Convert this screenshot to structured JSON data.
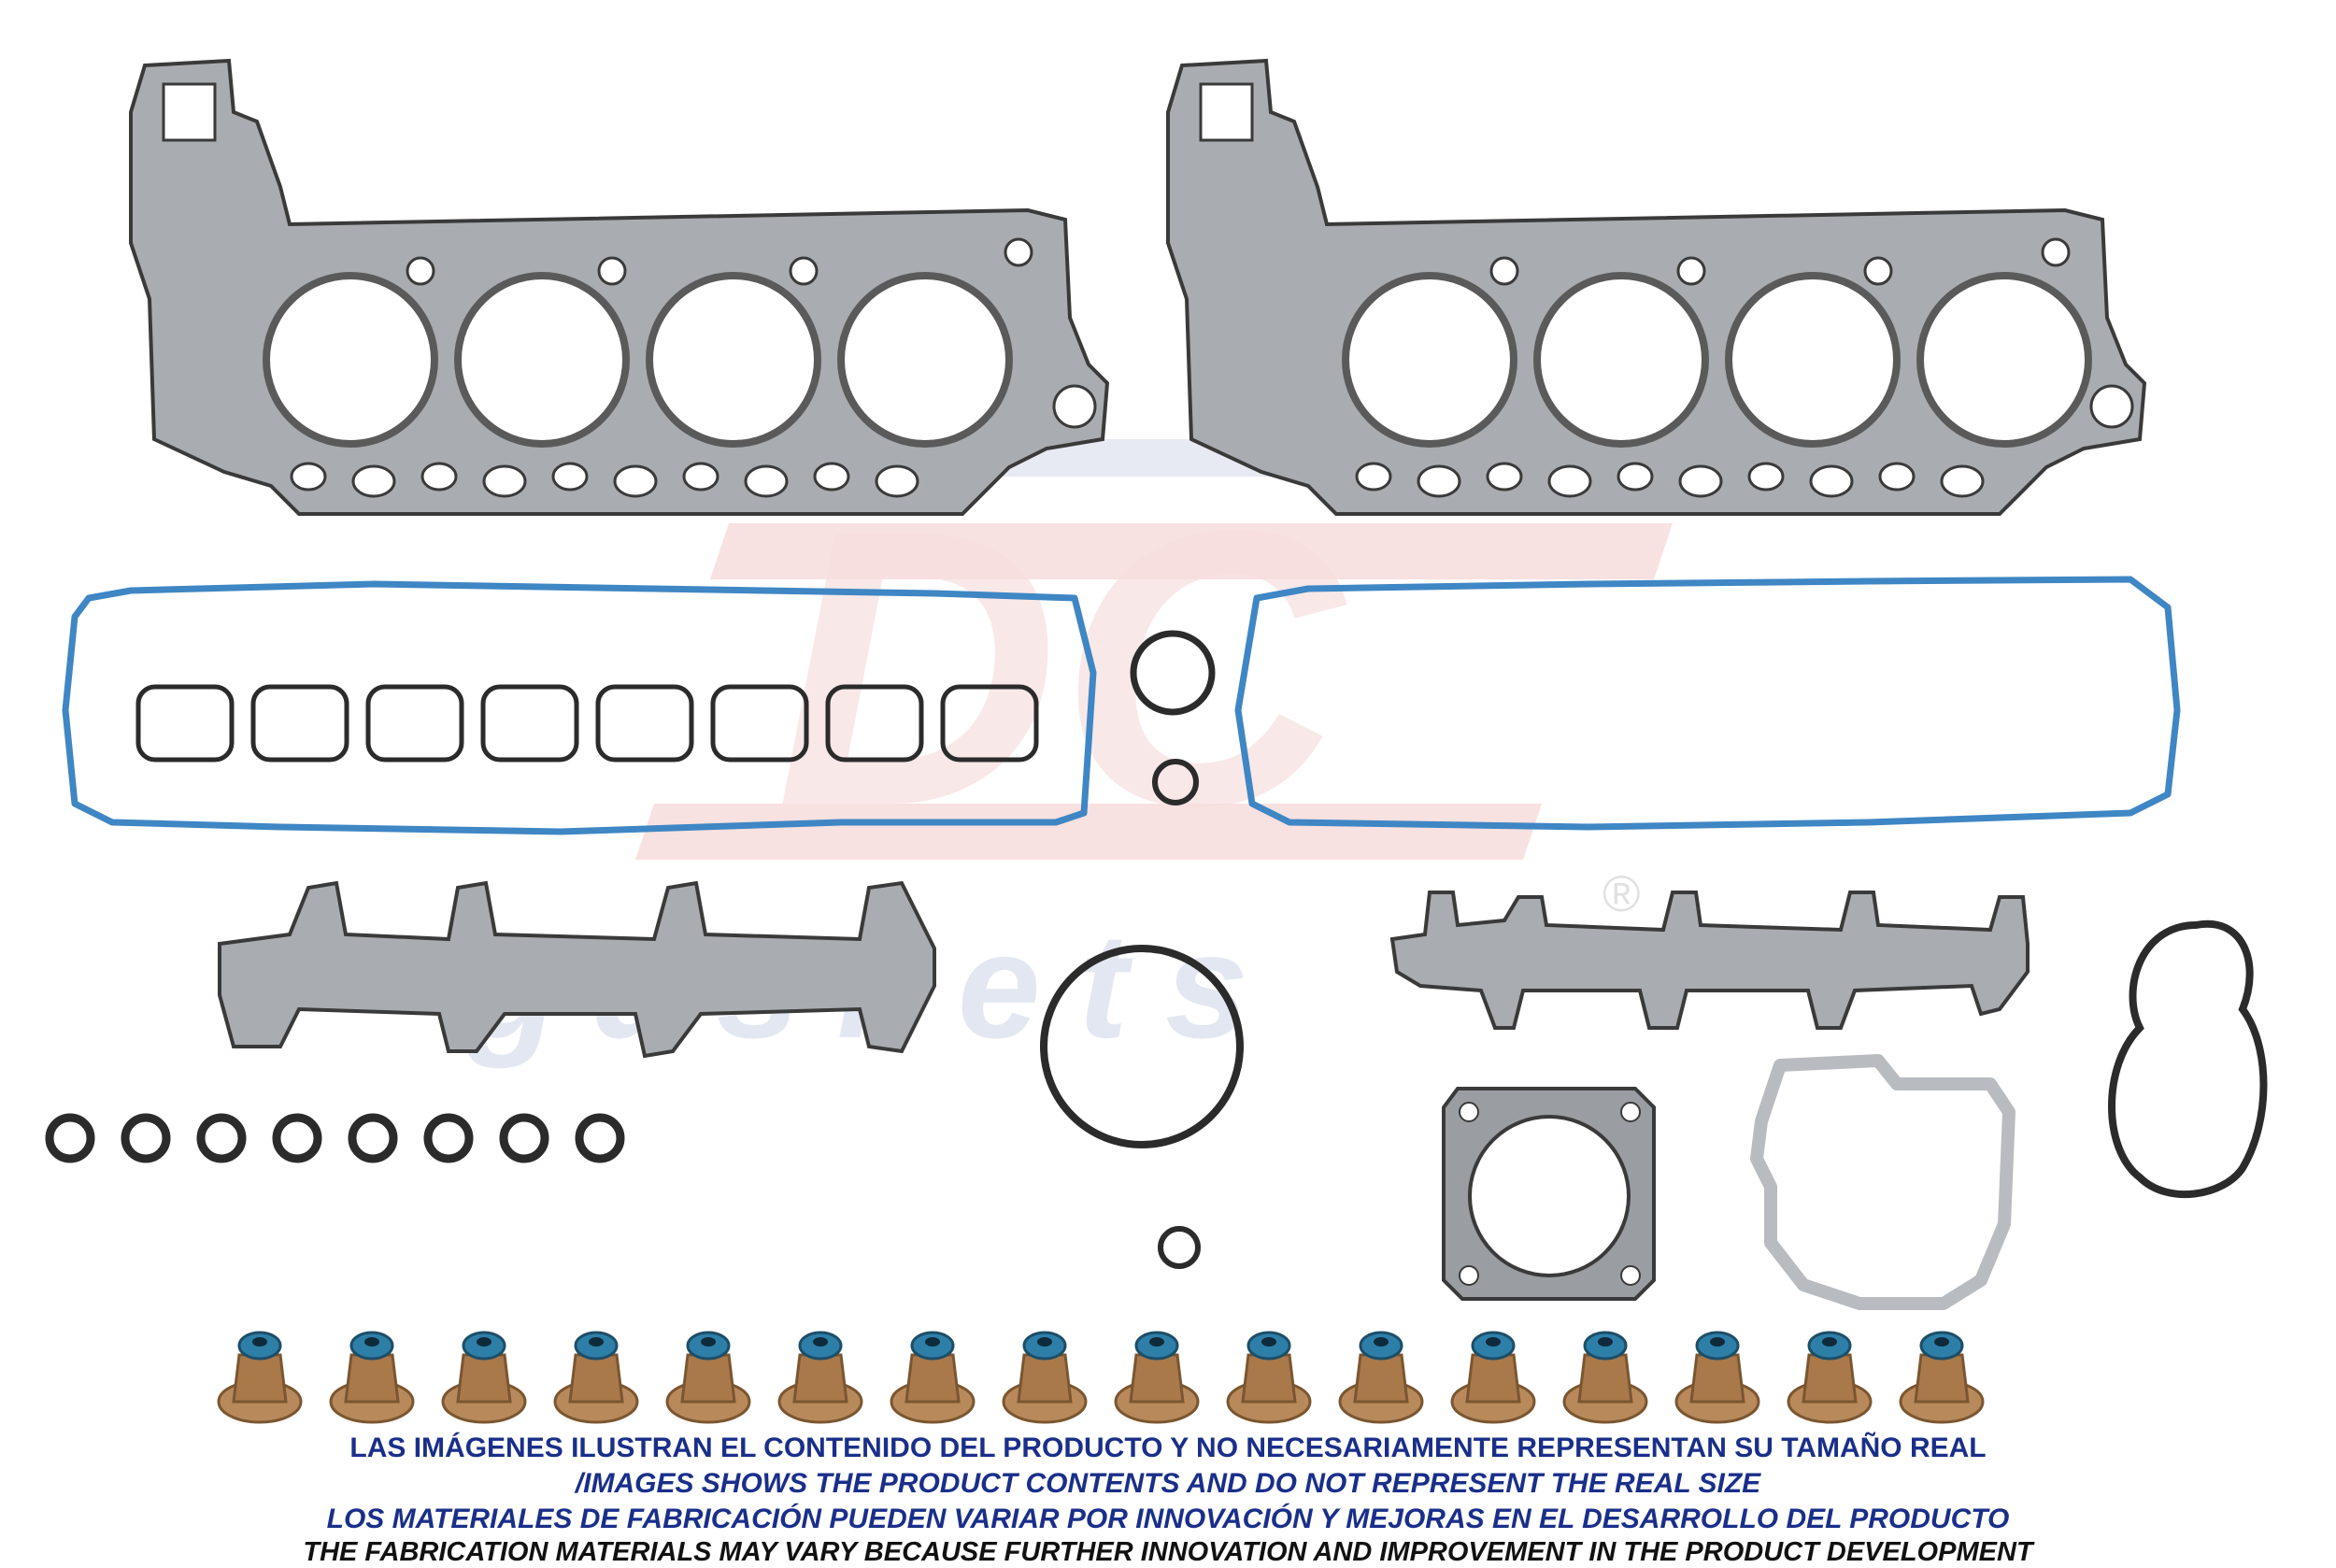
{
  "brand": {
    "logo_letters": "DC",
    "logo_word": "gaskets",
    "registered_mark": "®"
  },
  "colors": {
    "gasket_gray": "#a9acb0",
    "gasket_outline": "#3a3a3a",
    "valve_cover_blue": "#3f86c4",
    "oring_black": "#2b2b2b",
    "seal_bronze": "#b8895a",
    "seal_blue": "#2e7fa8",
    "logo_red": "#e7a9a9",
    "logo_blue": "#c7cde3",
    "text_blue": "#1a2f8a"
  },
  "parts": {
    "head_gaskets": 2,
    "valve_cover_gaskets": 2,
    "spark_plug_tube_seals": 8,
    "exhaust_manifold_gaskets": 2,
    "injector_orings": 8,
    "valve_stem_seals": 16
  },
  "disclaimer": {
    "line1": "LAS IMÁGENES ILUSTRAN EL CONTENIDO DEL PRODUCTO Y NO NECESARIAMENTE REPRESENTAN SU TAMAÑO REAL",
    "line2": "/IMAGES SHOWS THE PRODUCT CONTENTS AND DO NOT REPRESENT THE REAL SIZE",
    "line3": "LOS MATERIALES DE FABRICACIÓN PUEDEN VARIAR POR INNOVACIÓN Y MEJORAS EN EL DESARROLLO DEL PRODUCTO",
    "line4": "THE FABRICATION MATERIALS MAY VARY BECAUSE FURTHER INNOVATION AND IMPROVEMENT IN THE PRODUCT DEVELOPMENT"
  }
}
